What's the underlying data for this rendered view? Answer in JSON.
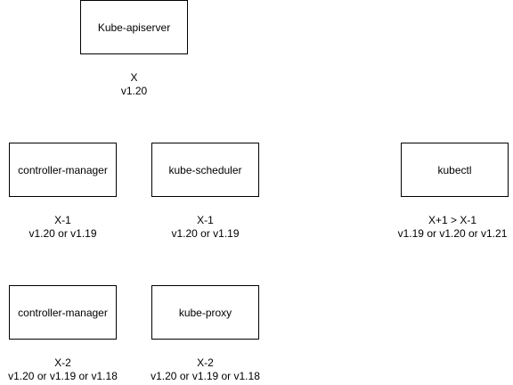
{
  "components": {
    "apiserver": {
      "label": "Kube-apiserver",
      "rel": "X",
      "versions": "v1.20"
    },
    "controller_manager_1": {
      "label": "controller-manager",
      "rel": "X-1",
      "versions": "v1.20 or v1.19"
    },
    "kube_scheduler": {
      "label": "kube-scheduler",
      "rel": "X-1",
      "versions": "v1.20 or v1.19"
    },
    "kubectl": {
      "label": "kubectl",
      "rel": "X+1 > X-1",
      "versions": "v1.19 or v1.20 or v1.21"
    },
    "controller_manager_2": {
      "label": "controller-manager",
      "rel": "X-2",
      "versions": "v1.20 or v1.19 or v1.18"
    },
    "kube_proxy": {
      "label": "kube-proxy",
      "rel": "X-2",
      "versions": "v1.20 or v1.19 or v1.18"
    }
  },
  "colors": {
    "border": "#000000",
    "background": "#ffffff",
    "text": "#000000"
  }
}
